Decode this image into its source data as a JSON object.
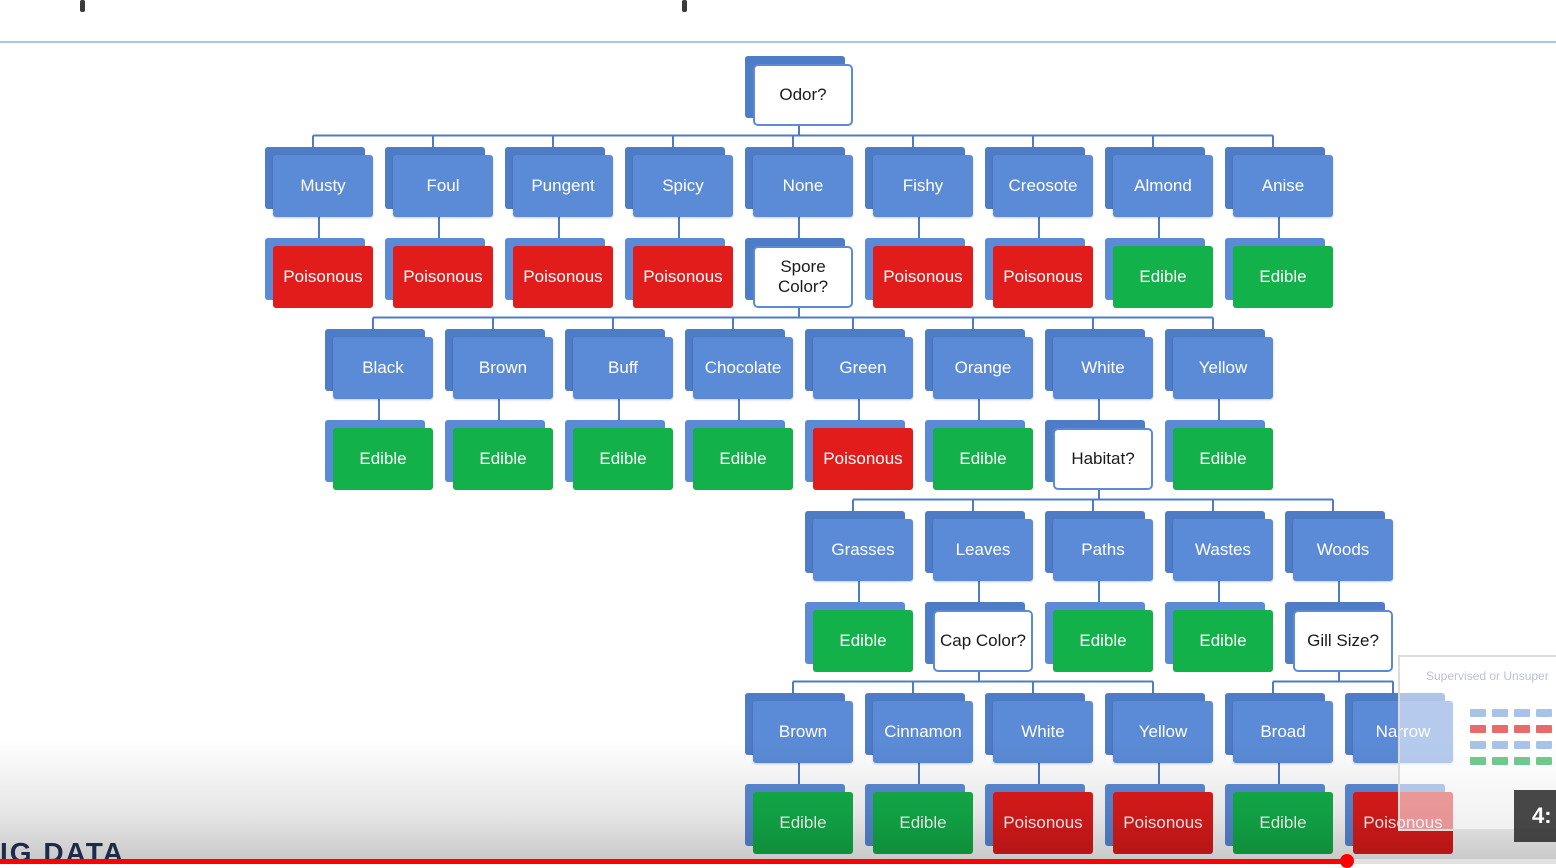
{
  "colors": {
    "node_blue": "#5b8bd6",
    "poisonous_red": "#e21b1b",
    "edible_green": "#13b14a",
    "connector": "#4f7cc7",
    "progress_red": "#ff0000"
  },
  "tree": {
    "label": "Odor?",
    "type": "question",
    "children": [
      {
        "label": "Musty",
        "children": [
          {
            "label": "Poisonous",
            "type": "poisonous"
          }
        ]
      },
      {
        "label": "Foul",
        "children": [
          {
            "label": "Poisonous",
            "type": "poisonous"
          }
        ]
      },
      {
        "label": "Pungent",
        "children": [
          {
            "label": "Poisonous",
            "type": "poisonous"
          }
        ]
      },
      {
        "label": "Spicy",
        "children": [
          {
            "label": "Poisonous",
            "type": "poisonous"
          }
        ]
      },
      {
        "label": "None",
        "children": [
          {
            "label": "Spore Color?",
            "type": "question",
            "children": [
              {
                "label": "Black",
                "children": [
                  {
                    "label": "Edible",
                    "type": "edible"
                  }
                ]
              },
              {
                "label": "Brown",
                "children": [
                  {
                    "label": "Edible",
                    "type": "edible"
                  }
                ]
              },
              {
                "label": "Buff",
                "children": [
                  {
                    "label": "Edible",
                    "type": "edible"
                  }
                ]
              },
              {
                "label": "Chocolate",
                "children": [
                  {
                    "label": "Edible",
                    "type": "edible"
                  }
                ]
              },
              {
                "label": "Green",
                "children": [
                  {
                    "label": "Poisonous",
                    "type": "poisonous"
                  }
                ]
              },
              {
                "label": "Orange",
                "children": [
                  {
                    "label": "Edible",
                    "type": "edible"
                  }
                ]
              },
              {
                "label": "White",
                "children": [
                  {
                    "label": "Habitat?",
                    "type": "question",
                    "children": [
                      {
                        "label": "Grasses",
                        "children": [
                          {
                            "label": "Edible",
                            "type": "edible"
                          }
                        ]
                      },
                      {
                        "label": "Leaves",
                        "children": [
                          {
                            "label": "Cap Color?",
                            "type": "question",
                            "children": [
                              {
                                "label": "Brown",
                                "children": [
                                  {
                                    "label": "Edible",
                                    "type": "edible"
                                  }
                                ]
                              },
                              {
                                "label": "Cinnamon",
                                "children": [
                                  {
                                    "label": "Edible",
                                    "type": "edible"
                                  }
                                ]
                              },
                              {
                                "label": "White",
                                "children": [
                                  {
                                    "label": "Poisonous",
                                    "type": "poisonous"
                                  }
                                ]
                              },
                              {
                                "label": "Yellow",
                                "children": [
                                  {
                                    "label": "Poisonous",
                                    "type": "poisonous"
                                  }
                                ]
                              }
                            ]
                          }
                        ]
                      },
                      {
                        "label": "Paths",
                        "children": [
                          {
                            "label": "Edible",
                            "type": "edible"
                          }
                        ]
                      },
                      {
                        "label": "Wastes",
                        "children": [
                          {
                            "label": "Edible",
                            "type": "edible"
                          }
                        ]
                      },
                      {
                        "label": "Woods",
                        "children": [
                          {
                            "label": "Gill Size?",
                            "type": "question",
                            "children": [
                              {
                                "label": "Broad",
                                "children": [
                                  {
                                    "label": "Edible",
                                    "type": "edible"
                                  }
                                ]
                              },
                              {
                                "label": "Narrow",
                                "children": [
                                  {
                                    "label": "Poisonous",
                                    "type": "poisonous"
                                  }
                                ]
                              }
                            ]
                          }
                        ]
                      }
                    ]
                  }
                ]
              },
              {
                "label": "Yellow",
                "children": [
                  {
                    "label": "Edible",
                    "type": "edible"
                  }
                ]
              }
            ]
          }
        ]
      },
      {
        "label": "Fishy",
        "children": [
          {
            "label": "Poisonous",
            "type": "poisonous"
          }
        ]
      },
      {
        "label": "Creosote",
        "children": [
          {
            "label": "Poisonous",
            "type": "poisonous"
          }
        ]
      },
      {
        "label": "Almond",
        "children": [
          {
            "label": "Edible",
            "type": "edible"
          }
        ]
      },
      {
        "label": "Anise",
        "children": [
          {
            "label": "Edible",
            "type": "edible"
          }
        ]
      }
    ]
  },
  "player": {
    "logo_text": "IG DATA",
    "progress_fraction": 0.866,
    "timestamp": "4:",
    "preview_caption": "Supervised or Unsuper"
  }
}
